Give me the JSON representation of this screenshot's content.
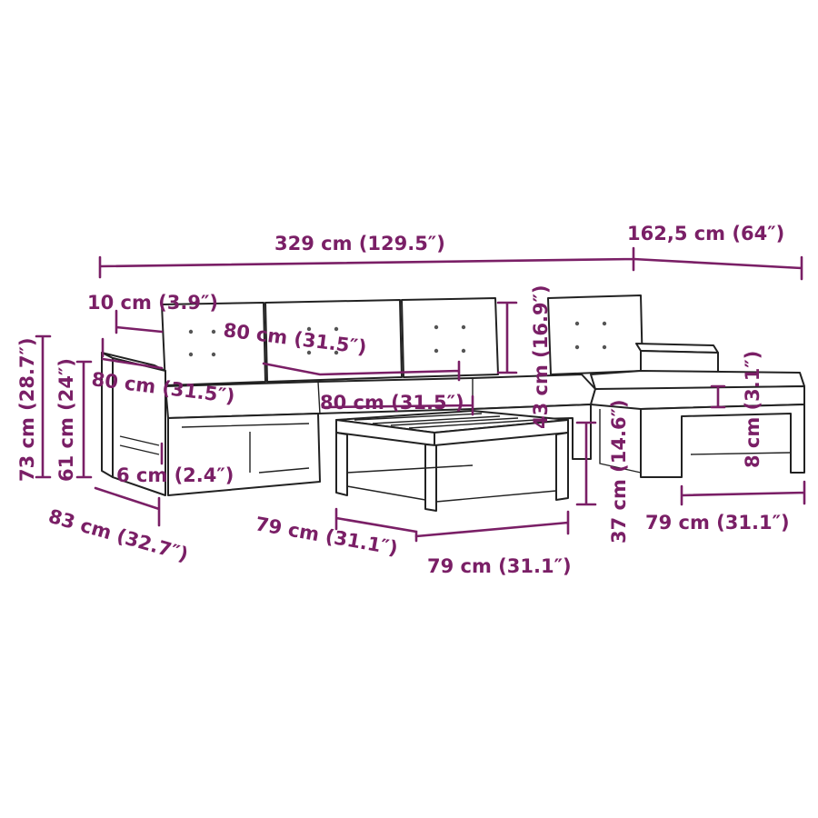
{
  "accent_color": "#7a1f66",
  "dimensions": {
    "total_length": "329 cm (129.5″)",
    "ottoman_side": "162,5 cm (64″)",
    "armrest_width": "10 cm (3.9″)",
    "cushion_width": "80 cm (31.5″)",
    "backrest_height": "43 cm (16.9″)",
    "seat_width": "80 cm (31.5″)",
    "table_width": "80 cm (31.5″)",
    "overall_height": "73 cm (28.7″)",
    "arm_height": "61 cm (24″)",
    "leg_height": "6 cm (2.4″)",
    "depth": "83 cm (32.7″)",
    "table_depth": "79 cm (31.1″)",
    "table_length": "79 cm (31.1″)",
    "table_height": "37 cm (14.6″)",
    "ottoman_width": "79 cm (31.1″)",
    "ottoman_cushion_thickness": "8 cm (3.1″)"
  }
}
